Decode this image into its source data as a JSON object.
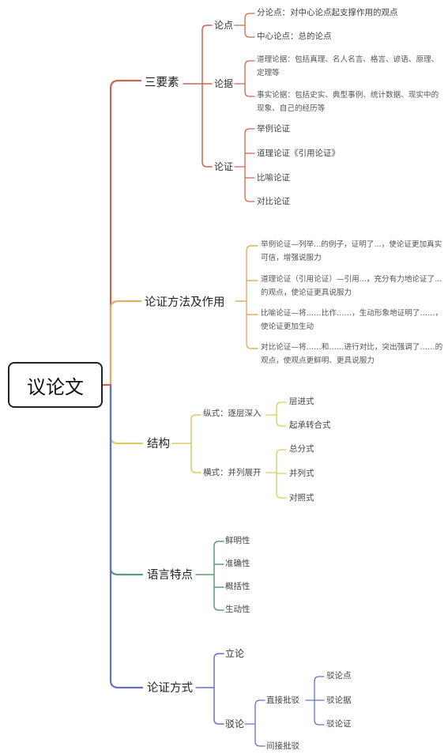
{
  "root": "议论文",
  "colors": {
    "red": "#c8664f",
    "orange": "#dcae6a",
    "yellow": "#d9cc62",
    "green": "#5a9d74",
    "blue": "#6372c4",
    "root_border": "#222222"
  },
  "branches": {
    "b1": {
      "label": "三要素",
      "lundian": {
        "label": "论点",
        "items": [
          "分论点：对中心论点起支撑作用的观点",
          "中心论点：总的论点"
        ]
      },
      "lunju": {
        "label": "论据",
        "items": [
          "道理论据：包括真理、名人名言、格言、谚语、原理、定理等",
          "事实论据：包括史实、典型事例、统计数据、现实中的现象、自己的经历等"
        ]
      },
      "lunzheng": {
        "label": "论证",
        "items": [
          "举例论证",
          "道理论证《引用论证》",
          "比喻论证",
          "对比论证"
        ]
      }
    },
    "b2": {
      "label": "论证方法及作用",
      "items": [
        "举例论证—列举...的例子，证明了...，使论证更加真实可信，增强说服力",
        "道理论证（引用论证）—引用...，充分有力地论证了...的观点，使论证更具说服力",
        "比喻论证—将……比作……，生动形象地证明了……，使论证更加生动",
        "对比论证—将……和……进行对比，突出强调了……的观点，使观点更鲜明、更具说服力"
      ]
    },
    "b3": {
      "label": "结构",
      "zong": {
        "label": "纵式：逐层深入",
        "items": [
          "层进式",
          "起承转合式"
        ]
      },
      "heng": {
        "label": "横式：并列展开",
        "items": [
          "总分式",
          "并列式",
          "对照式"
        ]
      }
    },
    "b4": {
      "label": "语言特点",
      "items": [
        "鲜明性",
        "准确性",
        "概括性",
        "生动性"
      ]
    },
    "b5": {
      "label": "论证方式",
      "lilun": "立论",
      "bolun": {
        "label": "驳论",
        "zhijie": {
          "label": "直接批驳",
          "items": [
            "驳论点",
            "驳论据",
            "驳论证"
          ]
        },
        "jianjie": "间接批驳"
      }
    }
  }
}
